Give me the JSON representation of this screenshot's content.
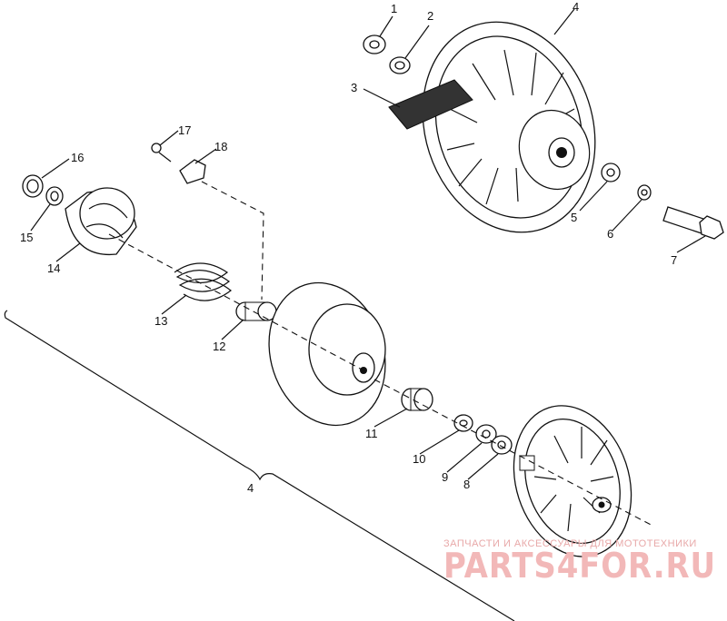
{
  "diagram": {
    "callouts": [
      {
        "id": "1",
        "label": "1"
      },
      {
        "id": "2",
        "label": "2"
      },
      {
        "id": "3",
        "label": "3"
      },
      {
        "id": "4a",
        "label": "4"
      },
      {
        "id": "5",
        "label": "5"
      },
      {
        "id": "6",
        "label": "6"
      },
      {
        "id": "7",
        "label": "7"
      },
      {
        "id": "8",
        "label": "8"
      },
      {
        "id": "9",
        "label": "9"
      },
      {
        "id": "10",
        "label": "10"
      },
      {
        "id": "11",
        "label": "11"
      },
      {
        "id": "12",
        "label": "12"
      },
      {
        "id": "13",
        "label": "13"
      },
      {
        "id": "14",
        "label": "14"
      },
      {
        "id": "15",
        "label": "15"
      },
      {
        "id": "16",
        "label": "16"
      },
      {
        "id": "17",
        "label": "17"
      },
      {
        "id": "18",
        "label": "18"
      },
      {
        "id": "4b",
        "label": "4"
      }
    ]
  },
  "watermark": {
    "tagline": "ЗАПЧАСТИ И АКСЕССУАРЫ ДЛЯ МОТОТЕХНИКИ",
    "brand": "PARTS4FOR.RU"
  }
}
